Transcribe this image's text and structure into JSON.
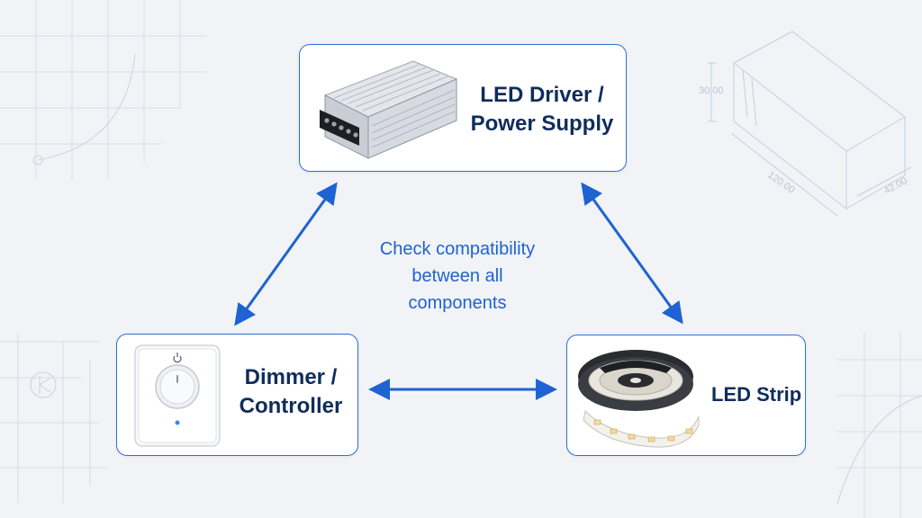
{
  "nodes": {
    "driver": {
      "label_line1": "LED Driver /",
      "label_line2": "Power Supply",
      "icon": "power-supply-icon"
    },
    "dimmer": {
      "label_line1": "Dimmer /",
      "label_line2": "Controller",
      "icon": "dimmer-switch-icon"
    },
    "strip": {
      "label": "LED Strip",
      "icon": "led-strip-reel-icon"
    }
  },
  "center_note": {
    "line1": "Check compatibility",
    "line2": "between all",
    "line3": "components"
  },
  "background_dimensions": {
    "height": "30.00",
    "length": "120.00",
    "width": "42.00"
  },
  "colors": {
    "accent": "#2f6fd6",
    "arrow": "#1f63d2",
    "label_text": "#0f2c5c",
    "background": "#f1f3f6"
  }
}
